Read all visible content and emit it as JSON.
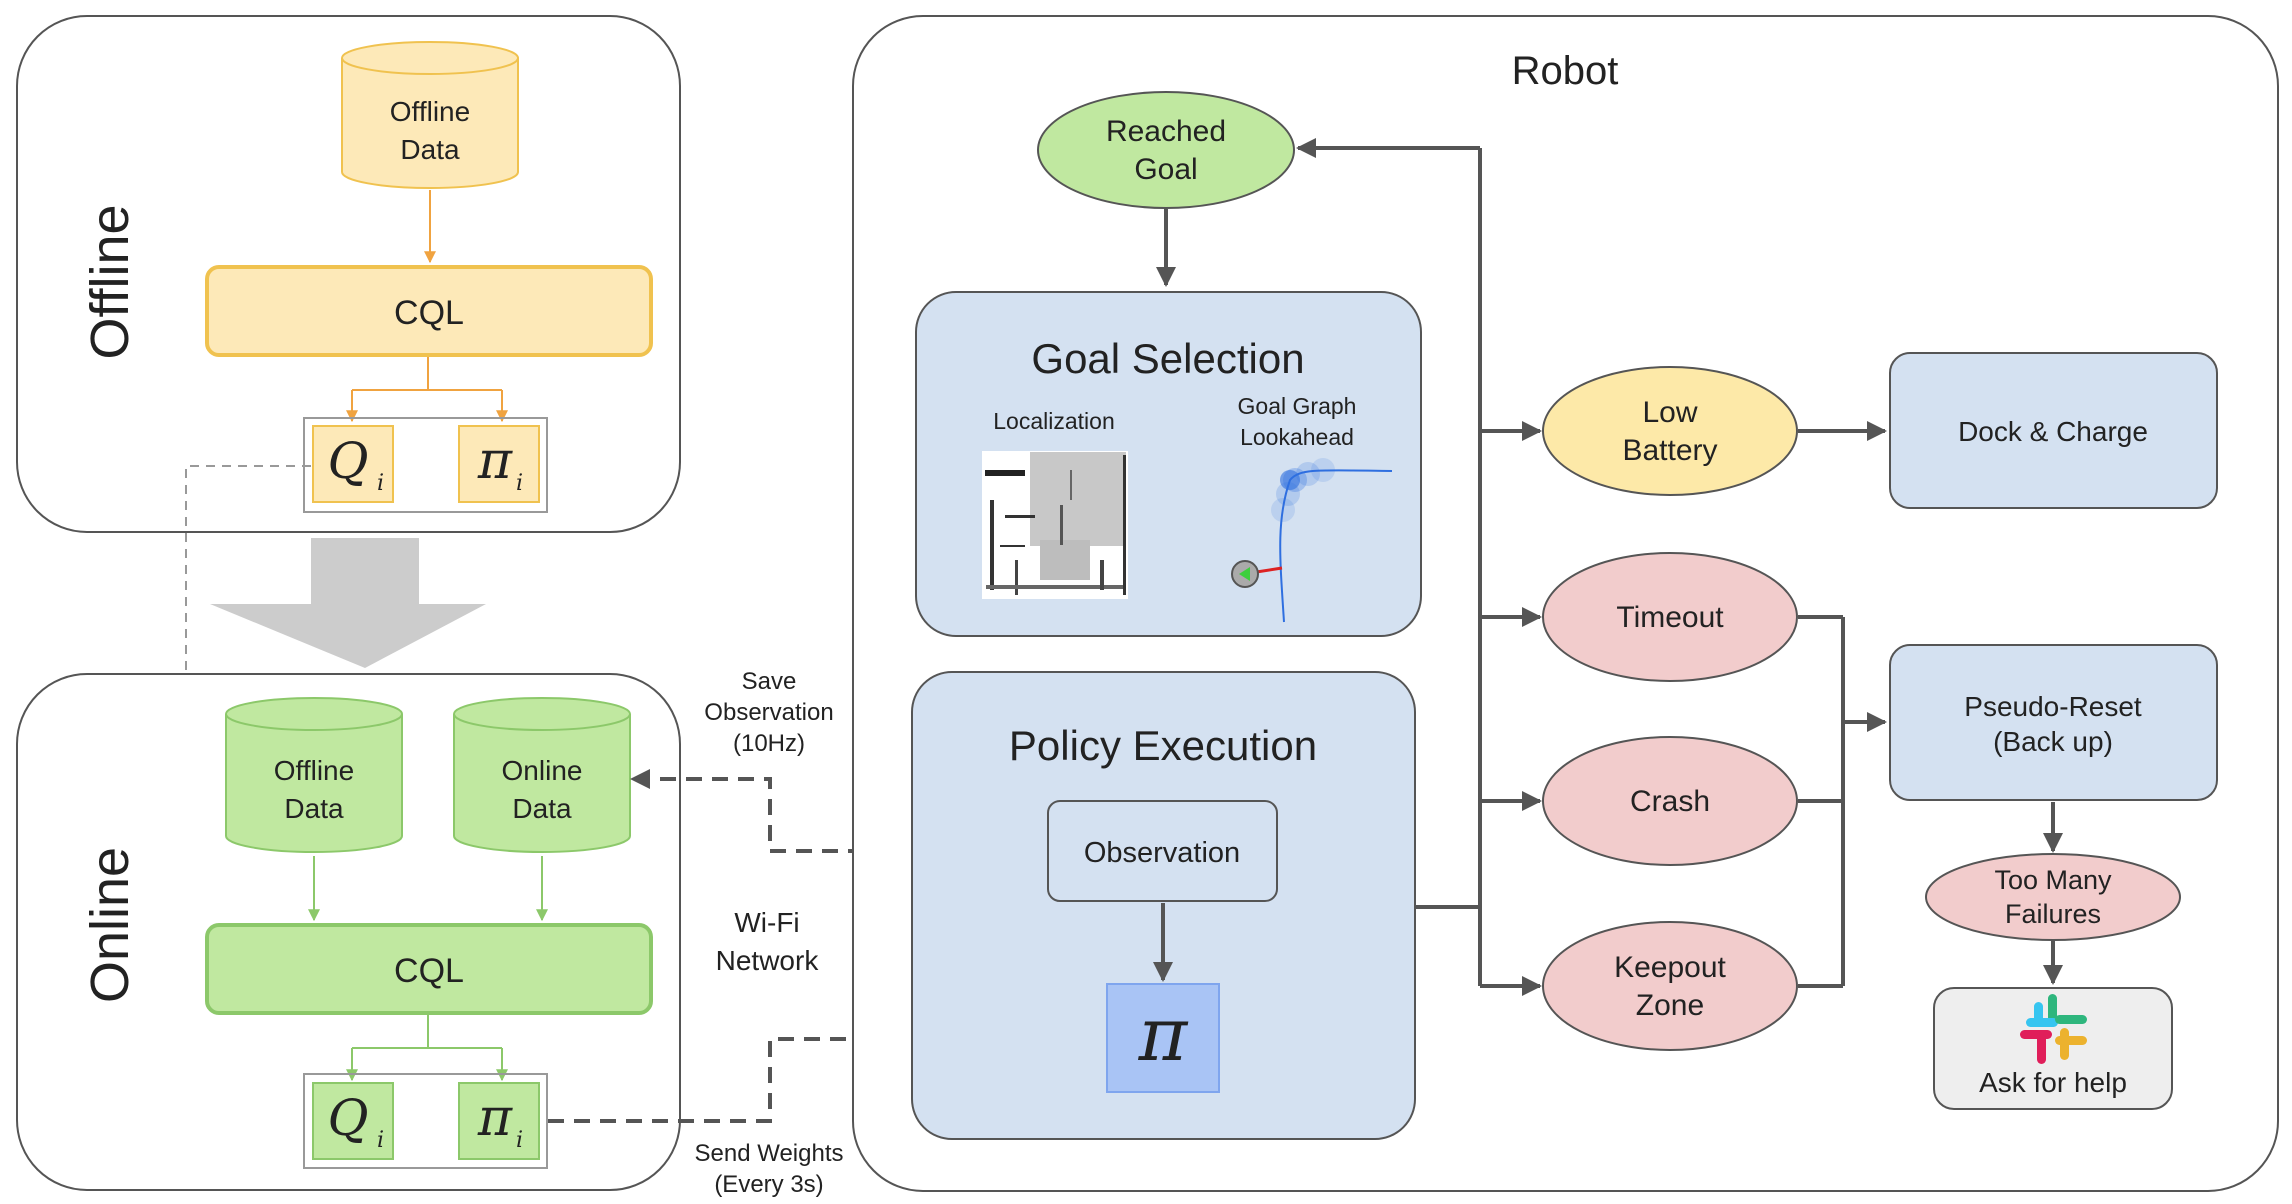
{
  "offline": {
    "side_label": "Offline",
    "data_store": [
      "Offline",
      "Data"
    ],
    "trainer": "CQL",
    "q_symbol": "Q",
    "pi_symbol": "π",
    "subscript": "i"
  },
  "online": {
    "side_label": "Online",
    "offline_store": [
      "Offline",
      "Data"
    ],
    "online_store": [
      "Online",
      "Data"
    ],
    "trainer": "CQL",
    "q_symbol": "Q",
    "pi_symbol": "π",
    "subscript": "i"
  },
  "network": {
    "save_observation": [
      "Save",
      "Observation",
      "(10Hz)"
    ],
    "wifi": [
      "Wi-Fi",
      "Network"
    ],
    "send_weights": [
      "Send Weights",
      "(Every 3s)"
    ]
  },
  "robot": {
    "title": "Robot",
    "reached_goal": [
      "Reached",
      "Goal"
    ],
    "goal_selection": {
      "title": "Goal Selection",
      "localization": "Localization",
      "goal_graph": [
        "Goal Graph",
        "Lookahead"
      ]
    },
    "policy_execution": {
      "title": "Policy Execution",
      "observation": "Observation",
      "pi_symbol": "π"
    },
    "low_battery": [
      "Low",
      "Battery"
    ],
    "dock_charge": "Dock & Charge",
    "timeout": "Timeout",
    "crash": "Crash",
    "keepout": [
      "Keepout",
      "Zone"
    ],
    "pseudo_reset": [
      "Pseudo-Reset",
      "(Back up)"
    ],
    "too_many_failures": [
      "Too Many",
      "Failures"
    ],
    "ask_for_help": "Ask for help"
  },
  "colors": {
    "offline_fill": "#fde9b8",
    "offline_stroke": "#f0c24f",
    "offline_arrow": "#f0a340",
    "online_fill": "#c0e8a0",
    "online_stroke": "#8cc86a",
    "robot_box": "#d4e1f1",
    "failure_fill": "#f2cccc",
    "arrow_dark": "#555555",
    "policy_pi": "#a9c4f5"
  }
}
